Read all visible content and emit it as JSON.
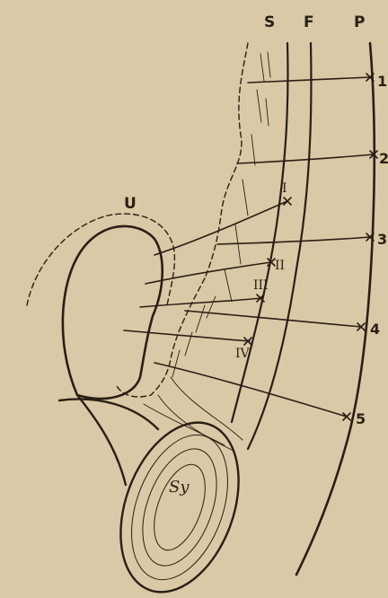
{
  "figure": {
    "column_labels": {
      "s": "S",
      "f": "F",
      "p": "P"
    },
    "region_labels": {
      "u": "U",
      "sy": "Sy"
    },
    "right_markers": [
      "1",
      "2",
      "3",
      "4",
      "5"
    ],
    "roman_markers": [
      "I",
      "II",
      "III",
      "IV"
    ],
    "colors": {
      "paper": "#d9c9a6",
      "ink": "#2a1f14"
    }
  }
}
